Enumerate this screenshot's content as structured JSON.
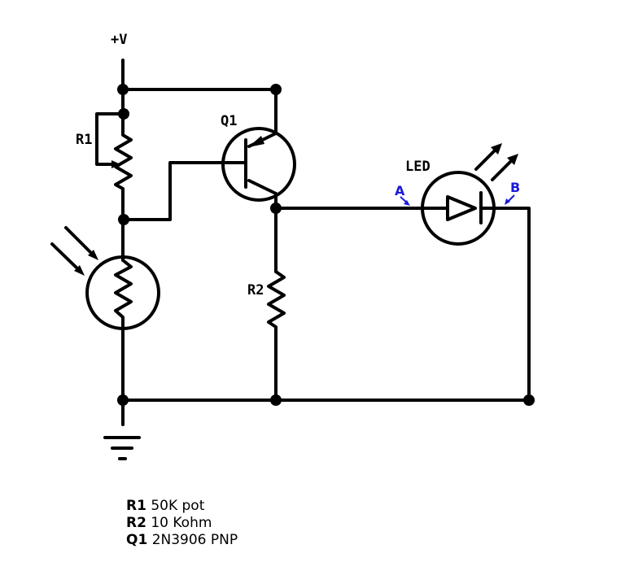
{
  "labels": {
    "supply": "+V",
    "r1": "R1",
    "q1": "Q1",
    "led": "LED",
    "r2": "R2",
    "node_a": "A",
    "node_b": "B"
  },
  "colors": {
    "wire": "#000000",
    "annotation": "#1a1ad6"
  },
  "components": [
    {
      "ref": "R1",
      "value": "50K pot"
    },
    {
      "ref": "R2",
      "value": "10 Kohm"
    },
    {
      "ref": "Q1",
      "value": "2N3906 PNP"
    }
  ],
  "symbols": [
    "ground-symbol",
    "photoresistor-symbol",
    "pnp-transistor-symbol",
    "led-symbol",
    "potentiometer-symbol",
    "resistor-symbol"
  ]
}
